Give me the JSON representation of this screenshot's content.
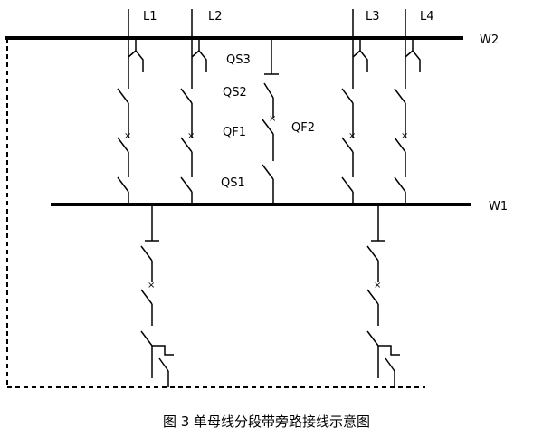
{
  "diagram": {
    "buses": {
      "bypass_bus": "W2",
      "main_bus": "W1"
    },
    "lines": [
      "L1",
      "L2",
      "L3",
      "L4"
    ],
    "devices": {
      "qs3": "QS3",
      "qs2": "QS2",
      "qf1": "QF1",
      "qf2": "QF2",
      "qs1": "QS1"
    }
  },
  "caption": "图 3 单母线分段带旁路接线示意图"
}
